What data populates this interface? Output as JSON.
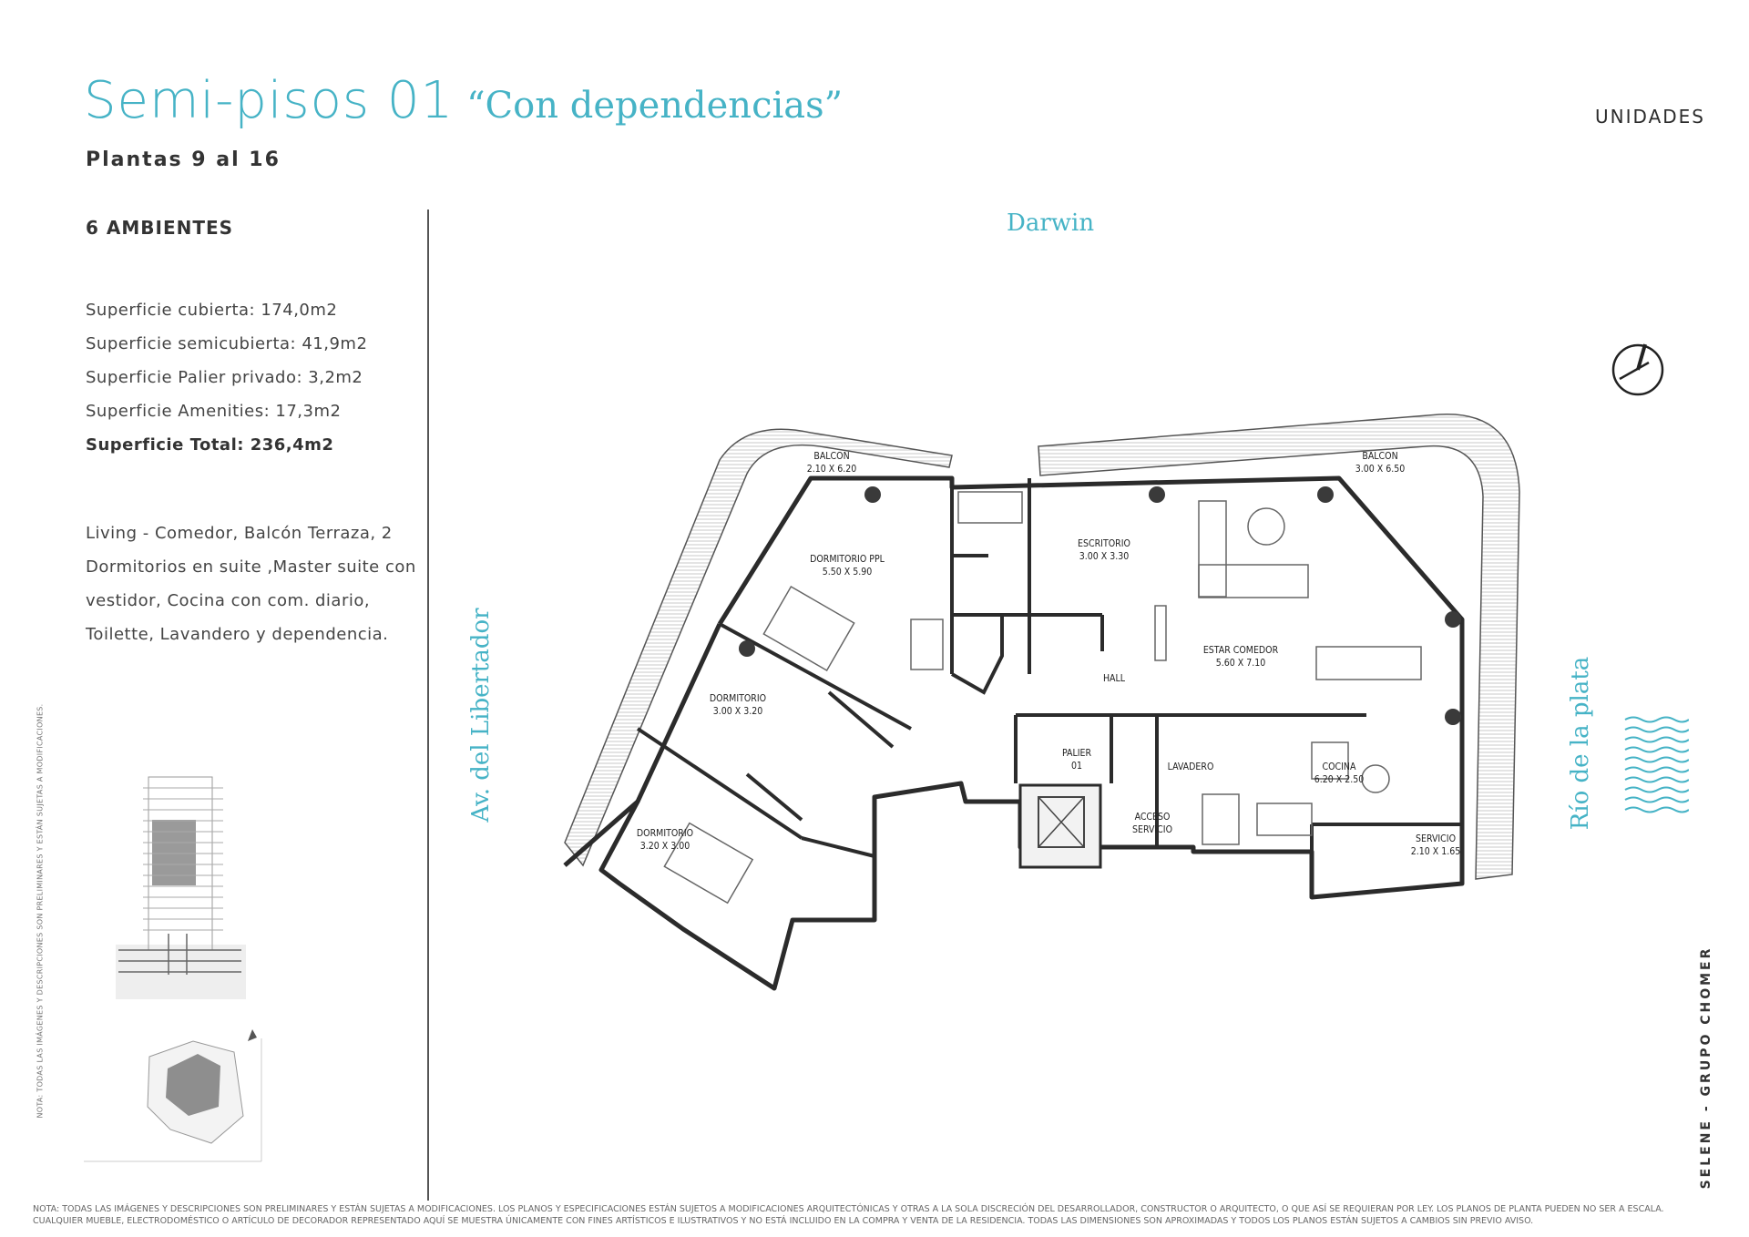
{
  "header": {
    "title_main": "Semi-pisos 01",
    "title_quote": "“Con dependencias”",
    "subtitle": "Plantas 9 al 16",
    "section": "UNIDADES"
  },
  "sidebar": {
    "ambientes": "6 AMBIENTES",
    "specs": [
      "Superficie cubierta: 174,0m2",
      "Superficie semicubierta: 41,9m2",
      "Superficie Palier privado: 3,2m2",
      "Superficie Amenities: 17,3m2"
    ],
    "total": "Superficie Total: 236,4m2",
    "description": "Living - Comedor, Balcón Terraza, 2 Dormitorios en suite ,Master suite con vestidor, Cocina con com. diario, Toilette, Lavandero y dependencia."
  },
  "streets": {
    "top": "Darwin",
    "left": "Av. del Libertador",
    "right": "Río de la plata"
  },
  "rooms": {
    "balcon_left": "BALCON",
    "balcon_left_dim": "2.10 X 6.20",
    "balcon_right": "BALCON",
    "balcon_right_dim": "3.00 X 6.50",
    "dorm_ppl": "DORMITORIO PPL",
    "dorm_ppl_dim": "5.50 X 5.90",
    "escritorio": "ESCRITORIO",
    "escritorio_dim": "3.00 X 3.30",
    "estar": "ESTAR COMEDOR",
    "estar_dim": "5.60 X 7.10",
    "hall": "HALL",
    "dorm1": "DORMITORIO",
    "dorm1_dim": "3.00 X 3.20",
    "dorm2": "DORMITORIO",
    "dorm2_dim": "3.20 X 3.00",
    "palier": "PALIER",
    "palier_num": "01",
    "lavadero": "LAVADERO",
    "cocina": "COCINA",
    "cocina_dim": "6.20 X 2.50",
    "acceso": "ACCESO",
    "servicio_label": "SERVICIO",
    "servicio": "SERVICIO",
    "servicio_dim": "2.10 X 1.65"
  },
  "brand": "SELENE - GRUPO CHOMER",
  "side_note": "NOTA: TODAS LAS IMÁGENES Y DESCRIPCIONES SON PRELIMINARES Y ESTÁN SUJETAS A MODIFICACIONES.",
  "footnote": "NOTA: TODAS LAS IMÁGENES Y DESCRIPCIONES SON PRELIMINARES Y ESTÁN SUJETAS A MODIFICACIONES. LOS PLANOS Y ESPECIFICACIONES ESTÁN SUJETOS A MODIFICACIONES ARQUITECTÓNICAS Y OTRAS A LA SOLA DISCRECIÓN DEL DESARROLLADOR, CONSTRUCTOR O ARQUITECTO, O QUE ASÍ SE REQUIERAN POR LEY. LOS PLANOS DE PLANTA PUEDEN NO SER A ESCALA. CUALQUIER MUEBLE, ELECTRODOMÉSTICO O ARTÍCULO DE DECORADOR REPRESENTADO AQUÍ SE MUESTRA ÚNICAMENTE CON FINES ARTÍSTICOS E ILUSTRATIVOS Y NO ESTÁ INCLUIDO EN LA COMPRA Y VENTA DE LA RESIDENCIA. TODAS LAS DIMENSIONES SON APROXIMADAS Y TODOS LOS PLANOS ESTÁN SUJETOS A CAMBIOS SIN PREVIO AVISO.",
  "colors": {
    "accent": "#46b3c6",
    "text": "#3a3a3a",
    "walls": "#2b2b2b"
  },
  "icons": [
    "north-compass-icon",
    "river-waves-icon"
  ]
}
